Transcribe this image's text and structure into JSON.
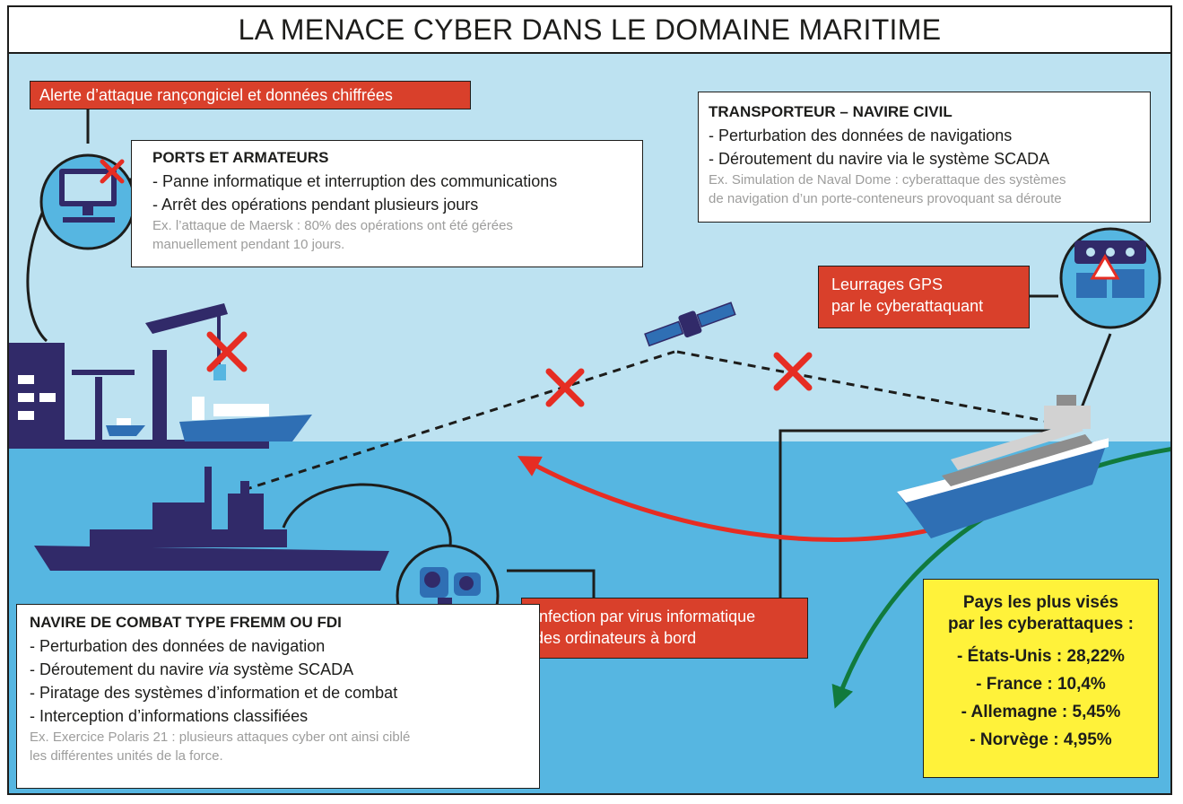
{
  "title": "LA MENACE CYBER DANS LE DOMAINE MARITIME",
  "colors": {
    "sky": "#bde2f1",
    "sea": "#56b6e1",
    "navy": "#312a69",
    "alert_red": "#d9402b",
    "stats_yellow": "#fff23a",
    "arrow_red": "#e62d23",
    "arrow_green": "#117a3d"
  },
  "ports": {
    "alert_tag": "Alerte d’attaque rançongiciel et données chiffrées",
    "heading": "PORTS ET ARMATEURS",
    "items": [
      "- Panne informatique et interruption des communications",
      "- Arrêt des opérations pendant plusieurs jours"
    ],
    "example": [
      "Ex. l’attaque de Maersk : 80% des opérations ont été gérées",
      "manuellement pendant 10 jours."
    ]
  },
  "transporteur": {
    "heading": "TRANSPORTEUR – NAVIRE CIVIL",
    "items": [
      "- Perturbation des données de navigations",
      "- Déroutement du navire via le système SCADA"
    ],
    "example": [
      "Ex. Simulation de Naval Dome : cyberattaque des systèmes",
      "de navigation d’un porte-conteneurs provoquant sa déroute"
    ]
  },
  "gps": {
    "tag": [
      "Leurrages GPS",
      "par le cyberattaquant"
    ]
  },
  "virus": {
    "tag": [
      "Infection par virus informatique",
      "des ordinateurs à bord"
    ]
  },
  "combat": {
    "heading": "NAVIRE DE COMBAT TYPE FREMM OU FDI",
    "items": [
      "- Perturbation des données de navigation",
      "- Déroutement du navire ",
      "via",
      " système SCADA",
      "- Piratage des systèmes d’information et de combat",
      "- Interception d’informations classifiées"
    ],
    "example": [
      "Ex. Exercice Polaris 21 : plusieurs attaques cyber ont ainsi ciblé",
      "les différentes unités de la force."
    ]
  },
  "stats": {
    "title": [
      "Pays les plus visés",
      "par les cyberattaques :"
    ],
    "rows": [
      "- États-Unis : 28,22%",
      "- France : 10,4%",
      "- Allemagne : 5,45%",
      "- Norvège : 4,95%"
    ]
  },
  "icons": [
    "office-computer-icon",
    "cross-mark-icon",
    "satellite-icon",
    "port-crane-icon",
    "warehouse-icon",
    "cargo-ship-icon",
    "warship-icon",
    "ship-bridge-icon",
    "warning-triangle-icon",
    "naval-camera-icon"
  ]
}
